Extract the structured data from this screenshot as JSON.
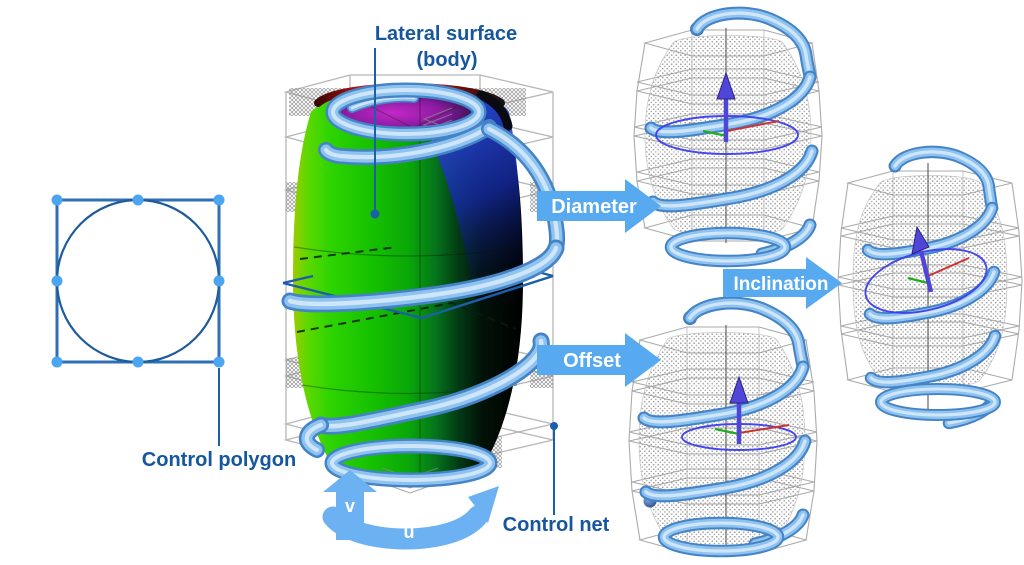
{
  "labels": {
    "lateral_surface_line1": "Lateral surface",
    "lateral_surface_line2": "(body)",
    "control_polygon": "Control polygon",
    "control_net": "Control net",
    "param_v": "v",
    "param_u": "u"
  },
  "transform_arrows": {
    "diameter": "Diameter",
    "offset": "Offset",
    "inclination": "Inclination"
  },
  "colors": {
    "label_text": "#15569E",
    "leader": "#1B5FA8",
    "block_arrow": "#58AAF0",
    "block_arrow_text": "#FFFFFF",
    "control_point": "#4BA5F0",
    "polygon_stroke": "#2F6FB5",
    "circle_stroke": "#1E5C9E",
    "uv_arrow": "#6CB2F2",
    "helix_light": "#8FC3EF",
    "helix_dark": "#4483C6",
    "surface_green": "#16C100",
    "surface_red": "#E81111",
    "surface_magenta": "#C428C8",
    "surface_blue": "#2E50E6",
    "marker_circle_blue": "#3D3DEE",
    "marker_axis_purple": "#4F46D8",
    "marker_x_red": "#CC3333",
    "marker_y_green": "#22AA22",
    "net_gray": "#B6B6B6"
  }
}
